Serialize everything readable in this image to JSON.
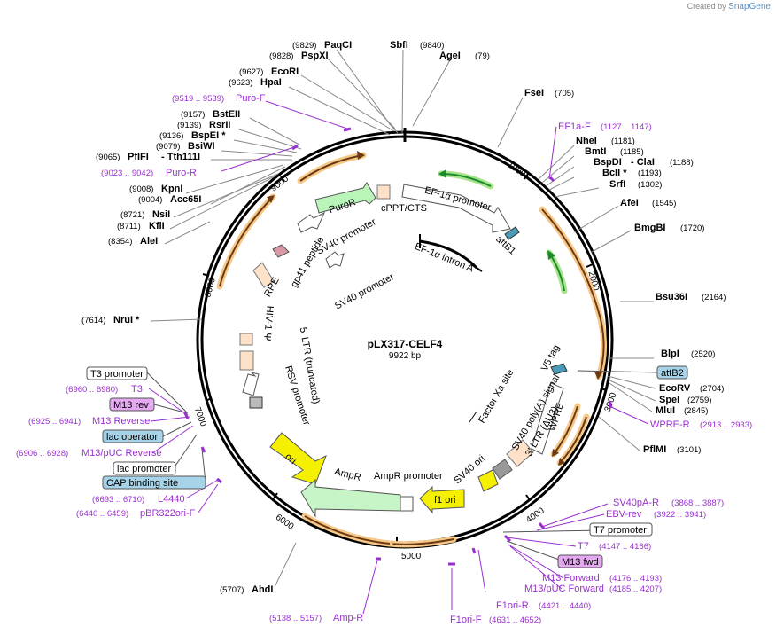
{
  "branding": {
    "created_by": "Created by",
    "app": "SnapGene"
  },
  "plasmid": {
    "name": "pLX317-CELF4",
    "size": "9922 bp"
  },
  "ticks": [
    "1000",
    "2000",
    "3000",
    "4000",
    "5000",
    "6000",
    "7000",
    "8000",
    "9000"
  ],
  "sites": [
    {
      "name": "PaqCI",
      "coord": "(9829)"
    },
    {
      "name": "PspXI",
      "coord": "(9828)"
    },
    {
      "name": "SbfI",
      "coord": "(9840)"
    },
    {
      "name": "AgeI",
      "coord": "(79)"
    },
    {
      "name": "EcoRI",
      "coord": "(9627)"
    },
    {
      "name": "HpaI",
      "coord": "(9623)"
    },
    {
      "name": "FseI",
      "coord": "(705)"
    },
    {
      "name": "BstEII",
      "coord": "(9157)"
    },
    {
      "name": "RsrII",
      "coord": "(9139)"
    },
    {
      "name": "BspEI *",
      "coord": "(9136)"
    },
    {
      "name": "BsiWI",
      "coord": "(9079)"
    },
    {
      "name": "PflFI",
      "coord": "(9065)"
    },
    {
      "name": "- Tth111I",
      "coord": ""
    },
    {
      "name": "NheI",
      "coord": "(1181)"
    },
    {
      "name": "BmtI",
      "coord": "(1185)"
    },
    {
      "name": "BspDI",
      "coord": ""
    },
    {
      "name": "- ClaI",
      "coord": "(1188)"
    },
    {
      "name": "BclI *",
      "coord": "(1193)"
    },
    {
      "name": "SrfI",
      "coord": "(1302)"
    },
    {
      "name": "KpnI",
      "coord": "(9008)"
    },
    {
      "name": "Acc65I",
      "coord": "(9004)"
    },
    {
      "name": "AfeI",
      "coord": "(1545)"
    },
    {
      "name": "NsiI",
      "coord": "(8721)"
    },
    {
      "name": "KflI",
      "coord": "(8711)"
    },
    {
      "name": "BmgBI",
      "coord": "(1720)"
    },
    {
      "name": "AleI",
      "coord": "(8354)"
    },
    {
      "name": "Bsu36I",
      "coord": "(2164)"
    },
    {
      "name": "NruI *",
      "coord": "(7614)"
    },
    {
      "name": "BlpI",
      "coord": "(2520)"
    },
    {
      "name": "EcoRV",
      "coord": "(2704)"
    },
    {
      "name": "SpeI",
      "coord": "(2759)"
    },
    {
      "name": "MluI",
      "coord": "(2845)"
    },
    {
      "name": "PflMI",
      "coord": "(3101)"
    },
    {
      "name": "AhdI",
      "coord": "(5707)"
    }
  ],
  "primers": [
    {
      "name": "Puro-F",
      "coord": "(9519 .. 9539)"
    },
    {
      "name": "Puro-R",
      "coord": "(9023 .. 9042)"
    },
    {
      "name": "EF1a-F",
      "coord": "(1127 .. 1147)"
    },
    {
      "name": "T3",
      "coord": "(6960 .. 6980)"
    },
    {
      "name": "M13 Reverse",
      "coord": "(6925 .. 6941)"
    },
    {
      "name": "M13/pUC Reverse",
      "coord": "(6906 .. 6928)"
    },
    {
      "name": "L4440",
      "coord": "(6693 .. 6710)"
    },
    {
      "name": "pBR322ori-F",
      "coord": "(6440 .. 6459)"
    },
    {
      "name": "WPRE-R",
      "coord": "(2913 .. 2933)"
    },
    {
      "name": "SV40pA-R",
      "coord": "(3868 .. 3887)"
    },
    {
      "name": "EBV-rev",
      "coord": "(3922 .. 3941)"
    },
    {
      "name": "T7",
      "coord": "(4147 .. 4166)"
    },
    {
      "name": "M13 Forward",
      "coord": "(4176 .. 4193)"
    },
    {
      "name": "M13/pUC Forward",
      "coord": "(4185 .. 4207)"
    },
    {
      "name": "F1ori-R",
      "coord": "(4421 .. 4440)"
    },
    {
      "name": "F1ori-F",
      "coord": "(4631 .. 4652)"
    },
    {
      "name": "Amp-R",
      "coord": "(5138 .. 5157)"
    }
  ],
  "boxed_labels": {
    "t3_promoter": "T3 promoter",
    "m13_rev": "M13 rev",
    "lac_operator": "lac operator",
    "lac_promoter": "lac promoter",
    "cap_binding_site": "CAP binding site",
    "attb2": "attB2",
    "t7_promoter": "T7 promoter",
    "m13_fwd": "M13 fwd"
  },
  "features": {
    "puror": "PuroR",
    "cppt_cts": "cPPT/CTS",
    "ef1a_promoter": "EF-1α promoter",
    "attb1": "attB1",
    "ef1a_intron": "EF-1α intron A",
    "sv40_promoter_1": "SV40 promoter",
    "sv40_promoter_2": "SV40 promoter",
    "gp41": "gp41 peptide",
    "rre": "RRE",
    "ltr5": "5' LTR (truncated)",
    "hiv_psi": "HIV-1 Ψ",
    "rsv": "RSV promoter",
    "v5tag": "V5 tag",
    "factor_xa": "Factor Xa site",
    "sv40_polya": "SV40 poly(A) signal",
    "ltr3": "3' LTR (ΔU3)",
    "wpre": "WPRE",
    "sv40_ori": "SV40 ori",
    "f1_ori": "f1 ori",
    "ampr_promoter": "AmpR promoter",
    "ampr": "AmpR",
    "ori": "ori"
  },
  "colors": {
    "primer": "#9a2fd1",
    "orf_arrow": "#6b3a12",
    "orf_glow": "#f6c98a",
    "green_arrow": "#1a8a2a",
    "green_glow": "#a6e38a",
    "yellow": "#f5f000",
    "puror_fill": "#b9f5b9",
    "ampr_fill": "#c8f5c8",
    "ltr_fill": "#fde1c8",
    "m13_box": "#e4a9f0",
    "lac_box": "#a7d3e8"
  }
}
